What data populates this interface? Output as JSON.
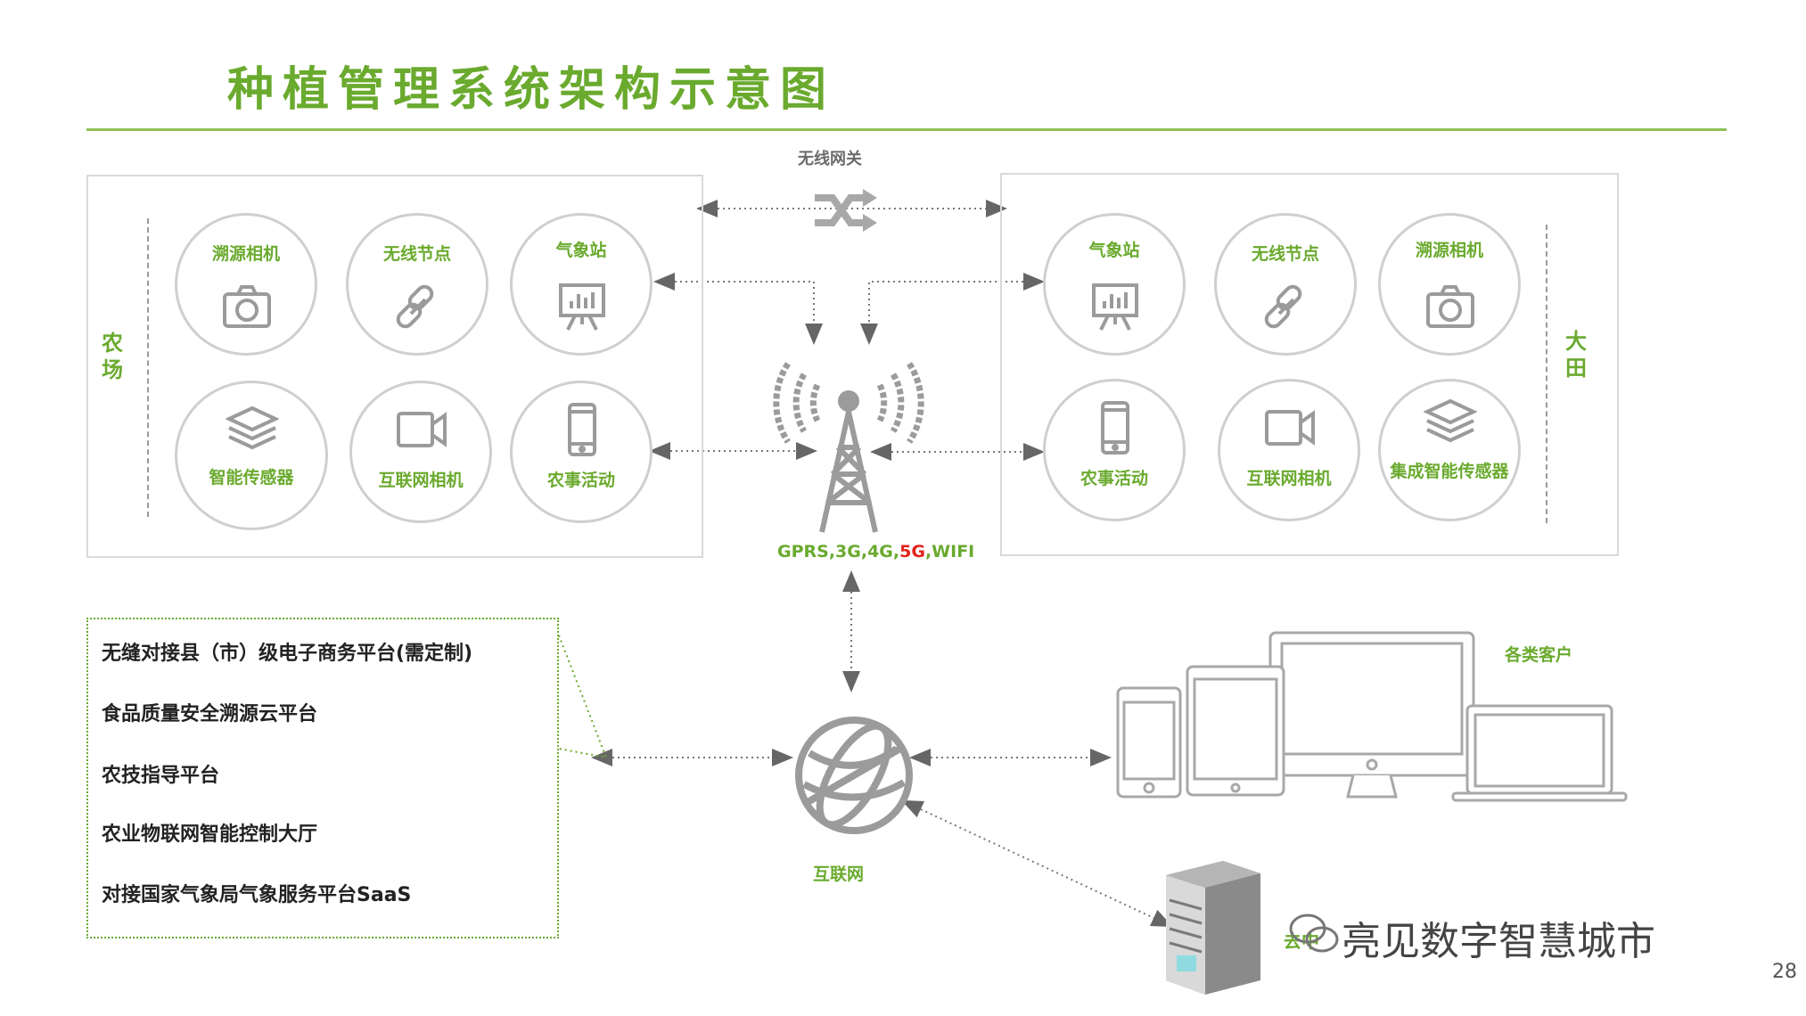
{
  "title": "种植管理系统架构示意图",
  "wireless_gateway_label": "无线网关",
  "left_panel": {
    "side_label_chars": [
      "农",
      "场"
    ],
    "nodes": [
      {
        "label": "溯源相机",
        "icon": "camera-icon"
      },
      {
        "label": "无线节点",
        "icon": "link-icon"
      },
      {
        "label": "气象站",
        "icon": "presentation-chart-icon"
      },
      {
        "label": "智能传感器",
        "icon": "layers-icon"
      },
      {
        "label": "互联网相机",
        "icon": "video-camera-icon"
      },
      {
        "label": "农事活动",
        "icon": "smartphone-icon"
      }
    ]
  },
  "right_panel": {
    "side_label_chars": [
      "大",
      "田"
    ],
    "nodes": [
      {
        "label": "气象站",
        "icon": "presentation-chart-icon"
      },
      {
        "label": "无线节点",
        "icon": "link-icon"
      },
      {
        "label": "溯源相机",
        "icon": "camera-icon"
      },
      {
        "label": "农事活动",
        "icon": "smartphone-icon"
      },
      {
        "label": "互联网相机",
        "icon": "video-camera-icon"
      },
      {
        "label": "集成智能传感器",
        "icon": "layers-icon"
      }
    ]
  },
  "network": {
    "tower_icon": "cell-tower-icon",
    "label_parts": [
      "GPRS,3G,4G,",
      "5G",
      ",WIFI"
    ]
  },
  "platforms": [
    "无缝对接县（市）级电子商务平台(需定制)",
    "食品质量安全溯源云平台",
    "农技指导平台",
    "农业物联网智能控制大厅",
    "对接国家气象局气象服务平台SaaS"
  ],
  "internet": {
    "label": "互联网",
    "icon": "globe-icon"
  },
  "clients": {
    "label": "各类客户",
    "icons": [
      "phone-icon",
      "tablet-icon",
      "monitor-icon",
      "laptop-icon"
    ]
  },
  "server": {
    "label_visible": "去中",
    "icon": "server-icon"
  },
  "watermark": "亮见数字智慧城市",
  "page_number": "28",
  "colors": {
    "accent": "#6aaa2e",
    "highlight": "#e2231a",
    "border": "#d9dad8",
    "icon_gray": "#9b9b9b"
  }
}
